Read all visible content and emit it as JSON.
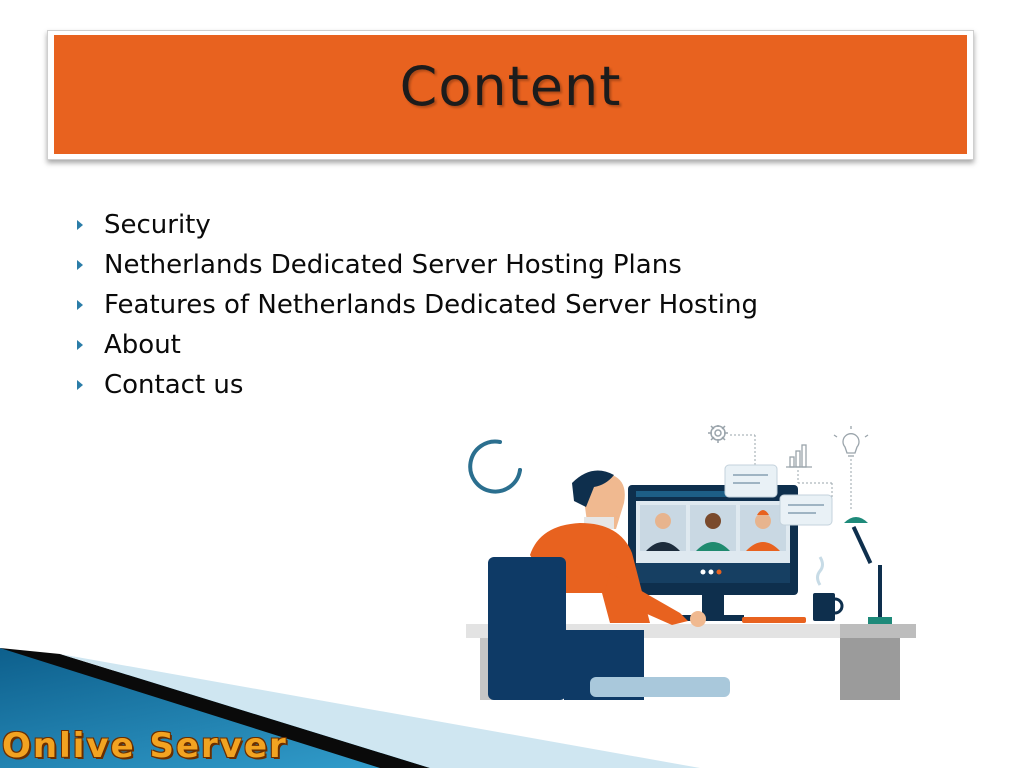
{
  "slide": {
    "title": "Content"
  },
  "bullets": [
    "Security",
    "Netherlands Dedicated Server Hosting Plans",
    "Features of Netherlands Dedicated Server Hosting",
    "About",
    "Contact us"
  ],
  "brand": {
    "name": "Onlive Server"
  },
  "illustration": {
    "description_icon": "video-conference-illustration"
  },
  "colors": {
    "title_bar": "#e8621f",
    "bullet": "#2b7da8",
    "brand_fill": "#f2a321",
    "footer_blue": "#1b7fb0"
  }
}
